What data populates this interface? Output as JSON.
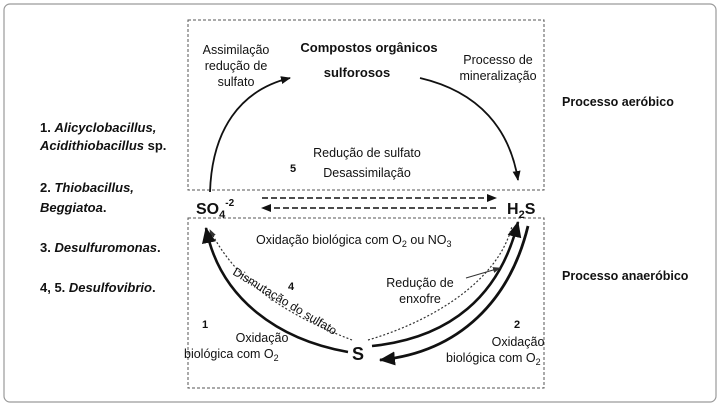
{
  "organisms": [
    {
      "number": "1.",
      "name_line1": "Alicyclobacillus,",
      "name_line2": "Acidithiobacillus",
      "suffix": " sp."
    },
    {
      "number": "2.",
      "name_line1": "Thiobacillus,",
      "name_line2": "Beggiatoa",
      "suffix": "."
    },
    {
      "number": "3.",
      "name_line1": "Desulfuromonas",
      "suffix": "."
    },
    {
      "number": "4, 5.",
      "name_line1": "Desulfovibrio",
      "suffix": "."
    }
  ],
  "zones": {
    "aerobic": "Processo aeróbico",
    "anaerobic": "Processo anaeróbico"
  },
  "nodes": {
    "organic_line1": "Compostos orgânicos",
    "organic_line2": "sulforosos",
    "sulfate": "SO",
    "sulfate_sub": "4",
    "sulfate_sup": "-2",
    "h2s_h": "H",
    "h2s_sub": "2",
    "h2s_s": "S",
    "sulfur": "S"
  },
  "processes": {
    "assimilation": [
      "Assimilação",
      "redução de",
      "sulfato"
    ],
    "mineralization": [
      "Processo de",
      "mineralização"
    ],
    "dissimilation_num": "5",
    "dissimilation": [
      "Redução de sulfato",
      "Desassimilação"
    ],
    "bio_oxidation_top": "Oxidação biológica com O",
    "bio_oxidation_top_sub": "2",
    "bio_oxidation_top_tail": " ou NO",
    "bio_oxidation_top_tail_sub": "3",
    "dismutation_num": "4",
    "dismutation": "Dismutação do sulfato",
    "sulfur_reduction": [
      "Redução de",
      "enxofre"
    ],
    "left_num": "1",
    "left_oxidation": [
      "Oxidação",
      "biológica com O"
    ],
    "left_oxidation_sub": "2",
    "right_num": "2",
    "right_oxidation": [
      "Oxidação",
      "biológica com O"
    ],
    "right_oxidation_sub": "2"
  }
}
